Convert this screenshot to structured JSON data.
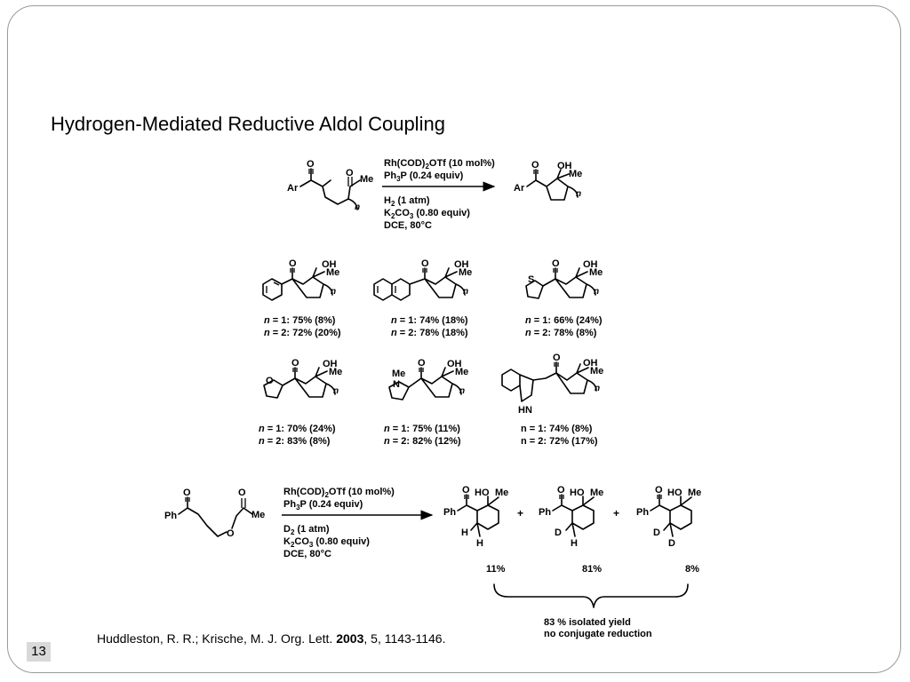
{
  "slide": {
    "title": "Hydrogen-Mediated Reductive Aldol Coupling",
    "page_number": "13",
    "citation": {
      "authors": "Huddleston, R. R.; Krische, M. J. Org. Lett. ",
      "year": "2003",
      "details": ", 5, 1143-1146."
    }
  },
  "scheme1": {
    "reactant_labels": {
      "ar": "Ar",
      "me": "Me",
      "n": "n"
    },
    "product_labels": {
      "ar": "Ar",
      "oh": "OH",
      "me": "Me",
      "n": "n"
    },
    "conditions": {
      "catalyst": "Rh(COD)",
      "catalyst_sub": "2",
      "catalyst_rest": "OTf (10 mol%)",
      "ligand": "Ph",
      "ligand_sub": "3",
      "ligand_rest": "P (0.24 equiv)",
      "gas": "H",
      "gas_sub": "2",
      "gas_rest": " (1 atm)",
      "base": "K",
      "base_sub1": "2",
      "base_mid": "CO",
      "base_sub2": "3",
      "base_rest": " (0.80 equiv)",
      "solvent": "DCE, 80°C"
    }
  },
  "substrates": [
    {
      "name": "phenyl",
      "yield1_pre": " = 1: 75% (8%)",
      "yield2_pre": " = 2: 72% (20%)",
      "n_label": "n"
    },
    {
      "name": "naphthyl",
      "yield1_pre": " = 1: 74% (18%)",
      "yield2_pre": " = 2: 78% (18%)",
      "n_label": "n"
    },
    {
      "name": "thienyl",
      "atom": "S",
      "yield1_pre": " = 1: 66% (24%)",
      "yield2_pre": " = 2: 78% (8%)",
      "n_label": "n"
    },
    {
      "name": "furyl",
      "atom": "O",
      "yield1_pre": " = 1: 70% (24%)",
      "yield2_pre": " = 2: 83% (8%)",
      "n_label": "n"
    },
    {
      "name": "pyrrolyl",
      "atom": "N",
      "me": "Me",
      "yield1_pre": " = 1: 75% (11%)",
      "yield2_pre": " = 2: 82% (12%)",
      "n_label": "n"
    },
    {
      "name": "indolyl",
      "atom": "HN",
      "yield1": "n = 1: 74% (8%)",
      "yield2": "n = 2: 72% (17%)"
    }
  ],
  "scheme2": {
    "reactant_labels": {
      "ph": "Ph",
      "me": "Me",
      "o": "O"
    },
    "conditions": {
      "catalyst": "Rh(COD)",
      "catalyst_sub": "2",
      "catalyst_rest": "OTf (10 mol%)",
      "ligand": "Ph",
      "ligand_sub": "3",
      "ligand_rest": "P (0.24 equiv)",
      "gas": "D",
      "gas_sub": "2",
      "gas_rest": " (1 atm)",
      "base": "K",
      "base_sub1": "2",
      "base_mid": "CO",
      "base_sub2": "3",
      "base_rest": " (0.80 equiv)",
      "solvent": "DCE, 80°C"
    },
    "products": [
      {
        "atom_top": "H",
        "atom_bottom": "H",
        "percent": "11%"
      },
      {
        "atom_top": "D",
        "atom_bottom": "H",
        "percent": "81%"
      },
      {
        "atom_top": "D",
        "atom_bottom": "D",
        "percent": "8%"
      }
    ],
    "product_labels": {
      "ph": "Ph",
      "ho": "HO",
      "me": "Me",
      "plus": "+"
    },
    "summary_line1": "83 % isolated yield",
    "summary_line2": "no conjugate reduction"
  }
}
